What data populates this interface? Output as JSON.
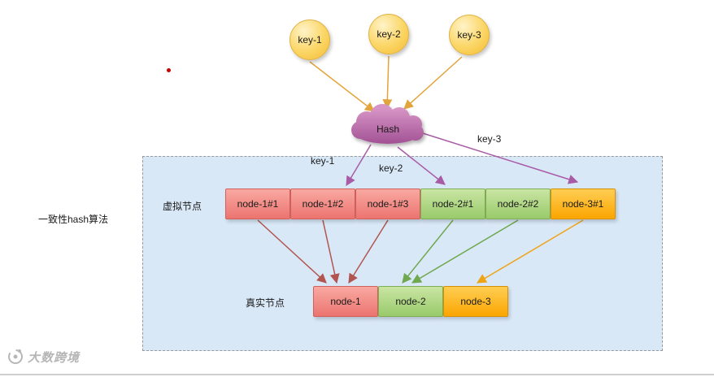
{
  "title_label": "一致性hash算法",
  "keys": [
    {
      "label": "key-1"
    },
    {
      "label": "key-2"
    },
    {
      "label": "key-3"
    }
  ],
  "hash_label": "Hash",
  "flow_labels": [
    {
      "label": "key-1"
    },
    {
      "label": "key-2"
    },
    {
      "label": "key-3"
    }
  ],
  "virtual_nodes_label": "虚拟节点",
  "real_nodes_label": "真实节点",
  "virtual_nodes": [
    {
      "label": "node-1#1",
      "group": "red"
    },
    {
      "label": "node-1#2",
      "group": "red"
    },
    {
      "label": "node-1#3",
      "group": "red"
    },
    {
      "label": "node-2#1",
      "group": "green"
    },
    {
      "label": "node-2#2",
      "group": "green"
    },
    {
      "label": "node-3#1",
      "group": "orange"
    }
  ],
  "real_nodes": [
    {
      "label": "node-1",
      "group": "red"
    },
    {
      "label": "node-2",
      "group": "green"
    },
    {
      "label": "node-3",
      "group": "orange"
    }
  ],
  "watermark_text": "大数跨境",
  "colors": {
    "key_circle": "#F9CE58",
    "hash_cloud": "#B2629E",
    "red_node": "#EC746F",
    "green_node": "#99CA6B",
    "orange_node": "#FBA500",
    "panel_fill": "#D9E8F7",
    "arrow_key_to_hash": "#E3A43B",
    "arrow_hash_to_virtual": "#A95CA6",
    "arrow_red": "#B2544F",
    "arrow_green": "#6FA84F",
    "arrow_orange": "#EFA417"
  }
}
